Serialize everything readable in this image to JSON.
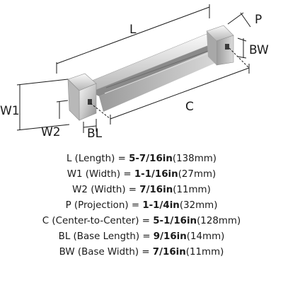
{
  "diagram": {
    "labels": {
      "L": "L",
      "P": "P",
      "BW": "BW",
      "W1": "W1",
      "W2": "W2",
      "BL": "BL",
      "C": "C"
    }
  },
  "specs": [
    {
      "pre": "L (Length) = ",
      "value": "5-7/16in",
      "post": "(138mm)"
    },
    {
      "pre": "W1 (Width) = ",
      "value": "1-1/16in",
      "post": "(27mm)"
    },
    {
      "pre": "W2 (Width) = ",
      "value": "7/16in",
      "post": "(11mm)"
    },
    {
      "pre": "P (Projection) = ",
      "value": "1-1/4in",
      "post": "(32mm)"
    },
    {
      "pre": "C (Center-to-Center) = ",
      "value": "5-1/16in",
      "post": "(128mm)"
    },
    {
      "pre": "BL (Base Length) = ",
      "value": "9/16in",
      "post": "(14mm)"
    },
    {
      "pre": "BW (Base Width) = ",
      "value": "7/16in",
      "post": "(11mm)"
    }
  ]
}
